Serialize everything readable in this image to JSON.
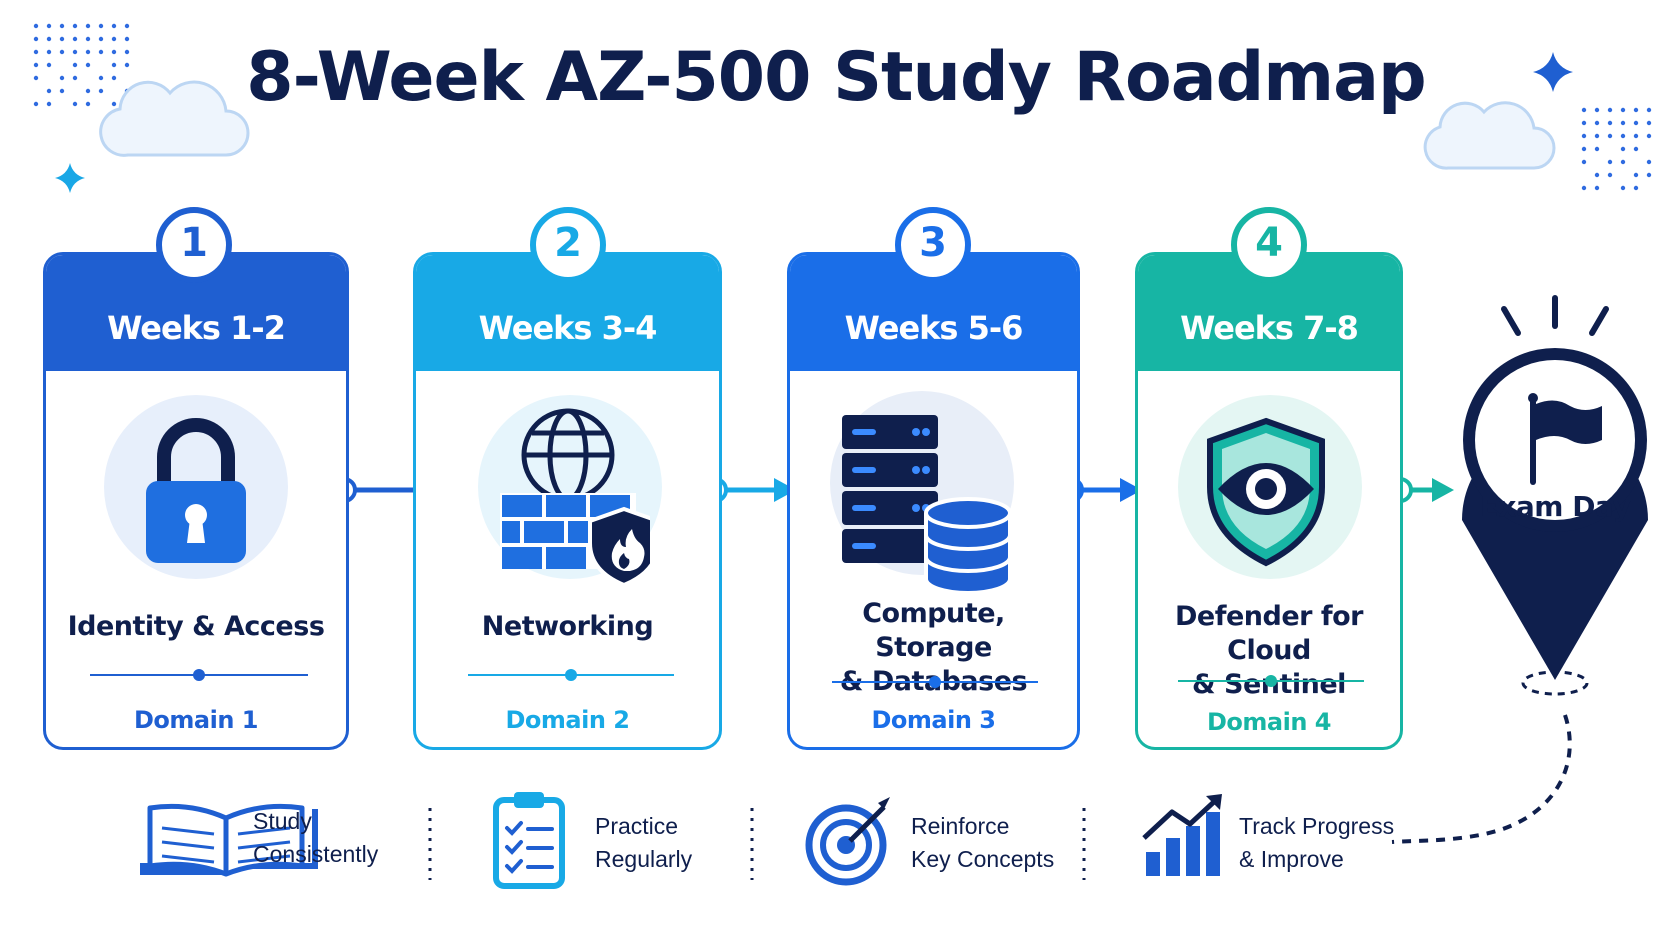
{
  "title": "8-Week AZ-500 Study Roadmap",
  "colors": {
    "navy": "#0f1f4d",
    "step1": "#1f5fd1",
    "step2": "#18a9e6",
    "step3": "#1a6ee8",
    "step4": "#17b5a4"
  },
  "steps": [
    {
      "number": "1",
      "weeks": "Weeks 1-2",
      "topic_lines": [
        "Identity & Access"
      ],
      "domain": "Domain 1",
      "icon": "lock-icon"
    },
    {
      "number": "2",
      "weeks": "Weeks 3-4",
      "topic_lines": [
        "Networking"
      ],
      "domain": "Domain 2",
      "icon": "firewall-globe-icon"
    },
    {
      "number": "3",
      "weeks": "Weeks 5-6",
      "topic_lines": [
        "Compute, Storage",
        "& Databases"
      ],
      "domain": "Domain 3",
      "icon": "server-database-icon"
    },
    {
      "number": "4",
      "weeks": "Weeks 7-8",
      "topic_lines": [
        "Defender for Cloud",
        "& Sentinel"
      ],
      "domain": "Domain 4",
      "icon": "shield-eye-icon"
    }
  ],
  "destination": {
    "label": "Exam Day",
    "icon": "flag-icon"
  },
  "tips": [
    {
      "lines": [
        "Study",
        "Consistently"
      ],
      "icon": "open-book-icon"
    },
    {
      "lines": [
        "Practice",
        "Regularly"
      ],
      "icon": "clipboard-checklist-icon"
    },
    {
      "lines": [
        "Reinforce",
        "Key Concepts"
      ],
      "icon": "target-icon"
    },
    {
      "lines": [
        "Track Progress",
        "& Improve"
      ],
      "icon": "bar-chart-icon"
    }
  ]
}
